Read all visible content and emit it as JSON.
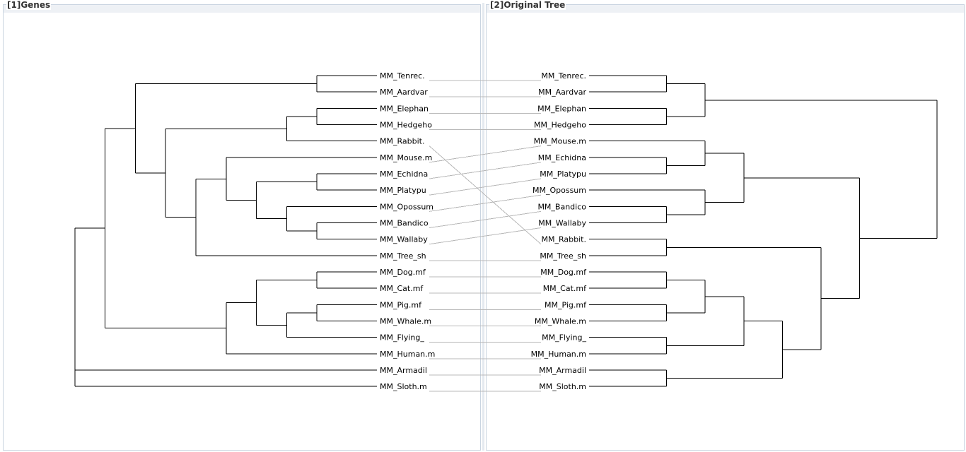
{
  "panels": {
    "left_title": "[1]Genes",
    "right_title": "[2]Original Tree"
  },
  "colors": {
    "branch": "#000000",
    "connector": "#b8b8b8",
    "panel_border": "#c9d4e0"
  },
  "trees": {
    "genes": {
      "name": "[1]Genes",
      "newick": "((((MM_Tenrec.,MM_Aardvar),(((MM_Elephan,MM_Hedgeho),MM_Rabbit.),((MM_Mouse.m,((MM_Echidna,MM_Platypu),(MM_Opossum,(MM_Bandico,MM_Wallaby)))),MM_Tree_sh))),(((MM_Dog.mf,MM_Cat.mf),((MM_Pig.mf,MM_Whale.m),MM_Flying_)),MM_Human.m)),MM_Armadil,MM_Sloth.m)",
      "leaves": [
        "MM_Tenrec.",
        "MM_Aardvar",
        "MM_Elephan",
        "MM_Hedgeho",
        "MM_Rabbit.",
        "MM_Mouse.m",
        "MM_Echidna",
        "MM_Platypu",
        "MM_Opossum",
        "MM_Bandico",
        "MM_Wallaby",
        "MM_Tree_sh",
        "MM_Dog.mf",
        "MM_Cat.mf",
        "MM_Pig.mf",
        "MM_Whale.m",
        "MM_Flying_",
        "MM_Human.m",
        "MM_Armadil",
        "MM_Sloth.m"
      ]
    },
    "original": {
      "name": "[2]Original Tree",
      "newick": "(((MM_Tenrec.,MM_Aardvar),(MM_Elephan,MM_Hedgeho)),((((MM_Mouse.m,(MM_Echidna,MM_Platypu)),(MM_Opossum,(MM_Bandico,MM_Wallaby))),((MM_Rabbit.,MM_Tree_sh),((((MM_Dog.mf,MM_Cat.mf),(MM_Pig.mf,MM_Whale.m)),(MM_Flying_,MM_Human.m)),(MM_Armadil,MM_Sloth.m))))))",
      "leaves": [
        "MM_Tenrec.",
        "MM_Aardvar",
        "MM_Elephan",
        "MM_Hedgeho",
        "MM_Mouse.m",
        "MM_Echidna",
        "MM_Platypu",
        "MM_Opossum",
        "MM_Bandico",
        "MM_Wallaby",
        "MM_Rabbit.",
        "MM_Tree_sh",
        "MM_Dog.mf",
        "MM_Cat.mf",
        "MM_Pig.mf",
        "MM_Whale.m",
        "MM_Flying_",
        "MM_Human.m",
        "MM_Armadil",
        "MM_Sloth.m"
      ]
    }
  }
}
